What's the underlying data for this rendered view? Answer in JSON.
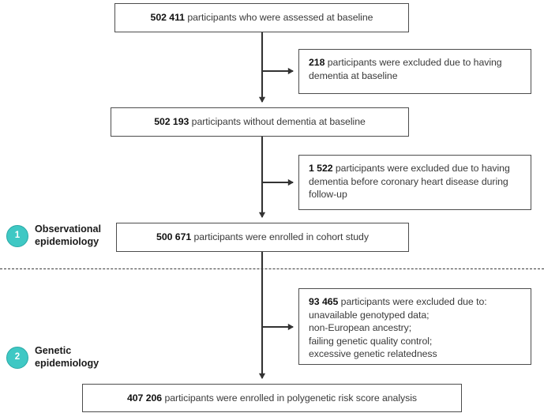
{
  "figure": {
    "type": "flowchart",
    "title": "Participant flow diagram",
    "accent_color": "#3fc8c4",
    "box_border_color": "#4d4d4d",
    "divider": {
      "name": "section-divider",
      "style": "dashed",
      "color": "#3a3a3a"
    }
  },
  "nodes": {
    "assessed": {
      "count": "502 411",
      "text": " participants who were assessed at baseline"
    },
    "excluded_dementia_baseline": {
      "count": "218",
      "text": " participants were excluded due to having dementia at baseline"
    },
    "no_dementia_baseline": {
      "count": "502 193",
      "text": " participants without dementia at baseline"
    },
    "excluded_dementia_before_chd": {
      "count": "1 522",
      "text": " participants were excluded due to having dementia before coronary heart disease during follow-up"
    },
    "cohort_enrolled": {
      "count": "500 671",
      "text": " participants were enrolled in cohort study"
    },
    "excluded_genetic": {
      "count": "93 465",
      "text": " participants were excluded due to:",
      "reasons": [
        "unavailable genotyped data;",
        "non-European ancestry;",
        "failing genetic quality control;",
        "excessive genetic relatedness"
      ]
    },
    "prs_enrolled": {
      "count": "407 206",
      "text": " participants were enrolled in polygenetic risk score analysis"
    }
  },
  "stages": [
    {
      "badge": "1",
      "label": "Observational\nepidemiology"
    },
    {
      "badge": "2",
      "label": "Genetic\nepidemiology"
    }
  ]
}
